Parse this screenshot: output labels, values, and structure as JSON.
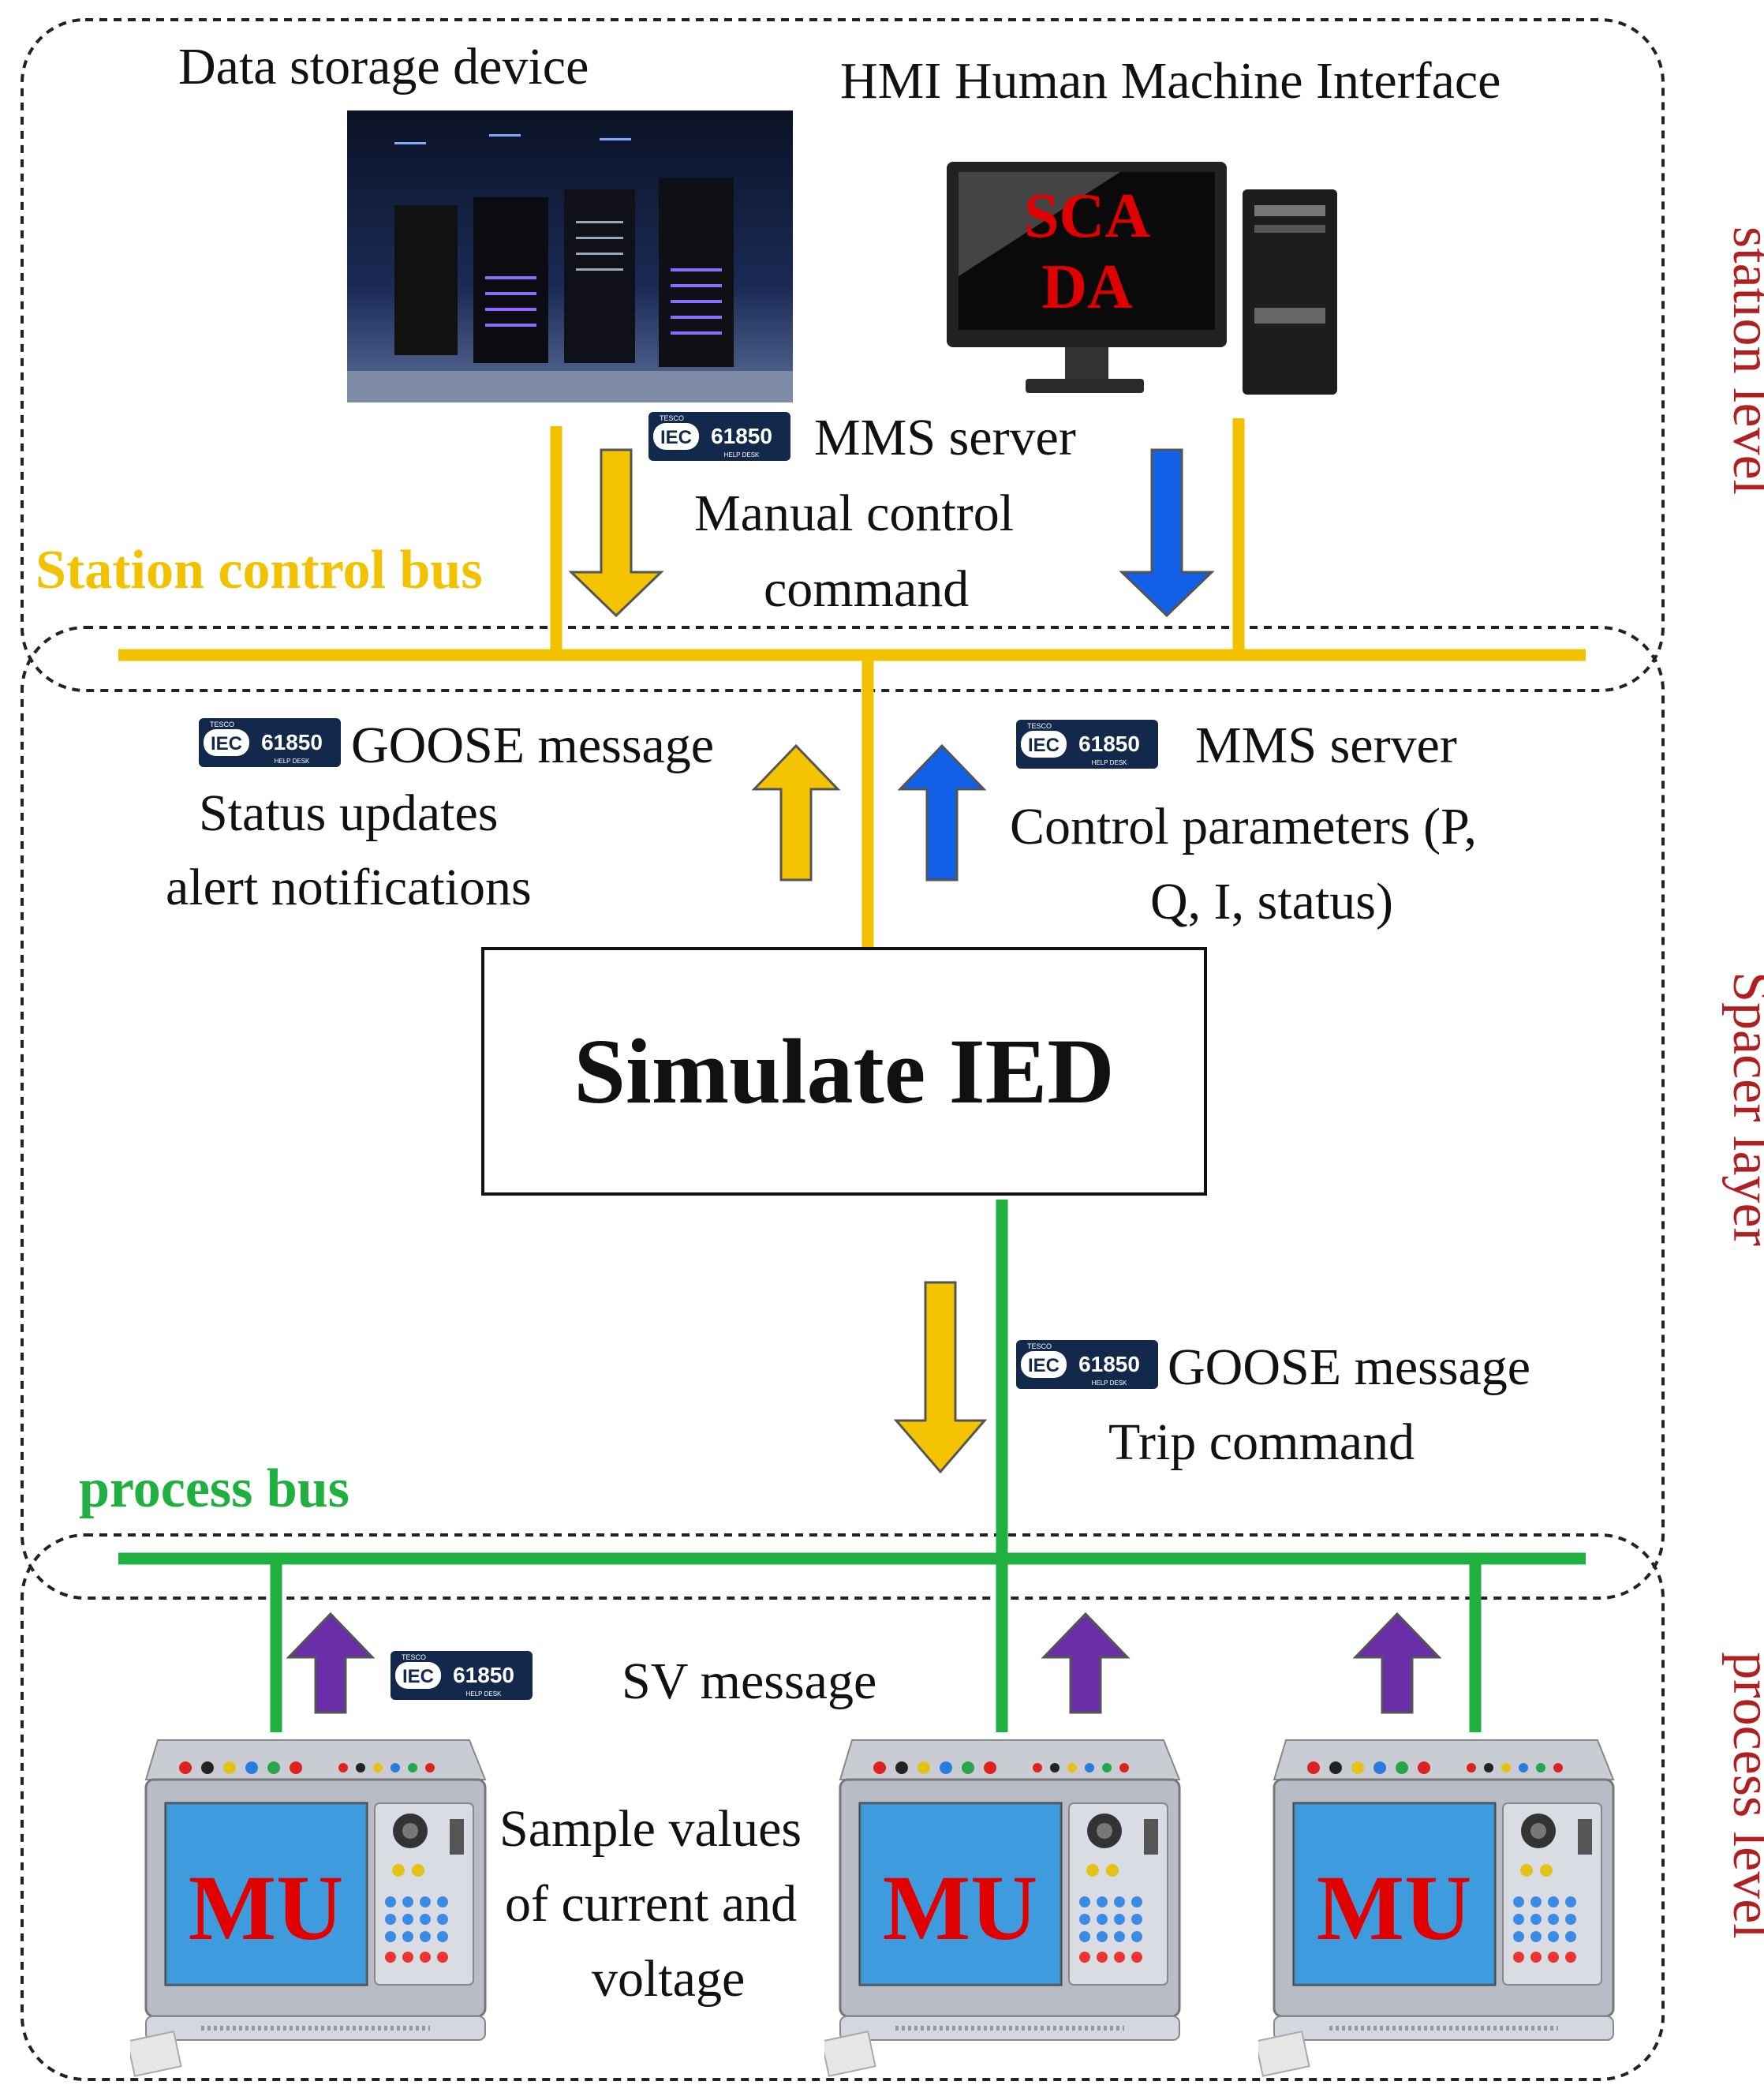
{
  "colors": {
    "station_bus": "#f2c200",
    "process_bus": "#1fb040",
    "arrow_blue": "#1260e8",
    "arrow_yellow": "#f5c400",
    "arrow_purple": "#6a2fa8",
    "level_text": "#b02020",
    "mu_text": "#e00000"
  },
  "levels": {
    "station": "station level",
    "spacer": "Spacer layer",
    "process": "process level"
  },
  "buses": {
    "station": "Station control bus",
    "process": "process bus"
  },
  "devices": {
    "storage_title": "Data storage device",
    "hmi_title": "HMI Human Machine Interface",
    "scada_line1": "SCA",
    "scada_line2": "DA",
    "ied": "Simulate IED",
    "mu": "MU"
  },
  "iec_badge": {
    "top": "TESCO",
    "prefix": "IEC",
    "number": "61850",
    "bottom": "HELP DESK"
  },
  "station": {
    "mms_title": "MMS server",
    "line1": "Manual control",
    "line2": "command"
  },
  "spacer_left": {
    "title": "GOOSE message",
    "line1": "Status updates",
    "line2": "alert notifications"
  },
  "spacer_right": {
    "title": "MMS server",
    "line1": "Control parameters (P,",
    "line2": "Q, I, status)"
  },
  "trip": {
    "title": "GOOSE message",
    "line1": "Trip command"
  },
  "process": {
    "sv": "SV message",
    "line1": "Sample values",
    "line2": "of current and",
    "line3": "voltage"
  },
  "icons": [
    "server-rack-icon",
    "desktop-computer-icon",
    "test-set-icon",
    "arrow-up-icon",
    "arrow-down-icon"
  ]
}
